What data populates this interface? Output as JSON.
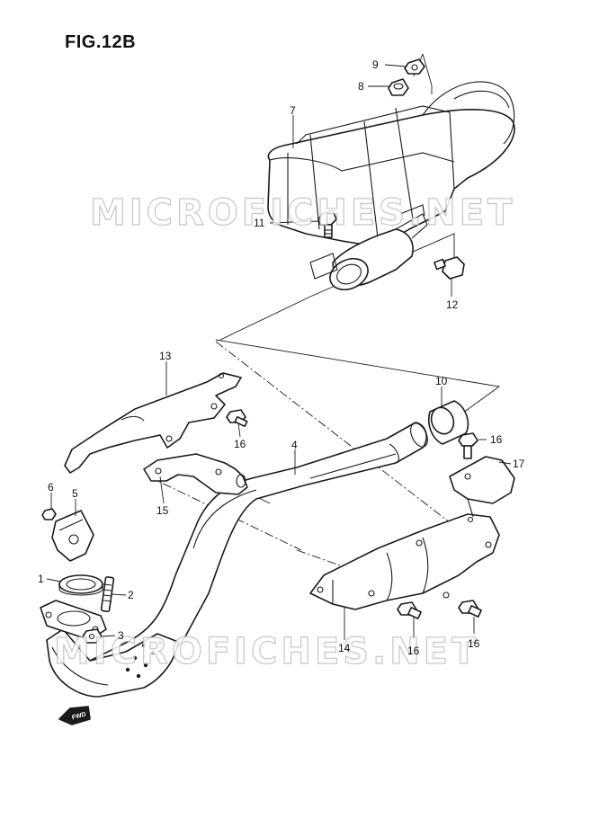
{
  "figure": {
    "title": "FIG.12B"
  },
  "watermarks": {
    "top": "MICROFICHES.NET",
    "bottom": "MICROFICHES.NET"
  },
  "callouts": [
    {
      "id": "1",
      "text": "1"
    },
    {
      "id": "2",
      "text": "2"
    },
    {
      "id": "3",
      "text": "3"
    },
    {
      "id": "4",
      "text": "4"
    },
    {
      "id": "5",
      "text": "5"
    },
    {
      "id": "6",
      "text": "6"
    },
    {
      "id": "7",
      "text": "7"
    },
    {
      "id": "8",
      "text": "8"
    },
    {
      "id": "9",
      "text": "9"
    },
    {
      "id": "10",
      "text": "10"
    },
    {
      "id": "11",
      "text": "11"
    },
    {
      "id": "12",
      "text": "12"
    },
    {
      "id": "13",
      "text": "13"
    },
    {
      "id": "14",
      "text": "14"
    },
    {
      "id": "15",
      "text": "15"
    },
    {
      "id": "16a",
      "text": "16"
    },
    {
      "id": "16b",
      "text": "16"
    },
    {
      "id": "16c",
      "text": "16"
    },
    {
      "id": "16d",
      "text": "16"
    },
    {
      "id": "17",
      "text": "17"
    }
  ],
  "fwd_badge": {
    "text": "FWD"
  }
}
